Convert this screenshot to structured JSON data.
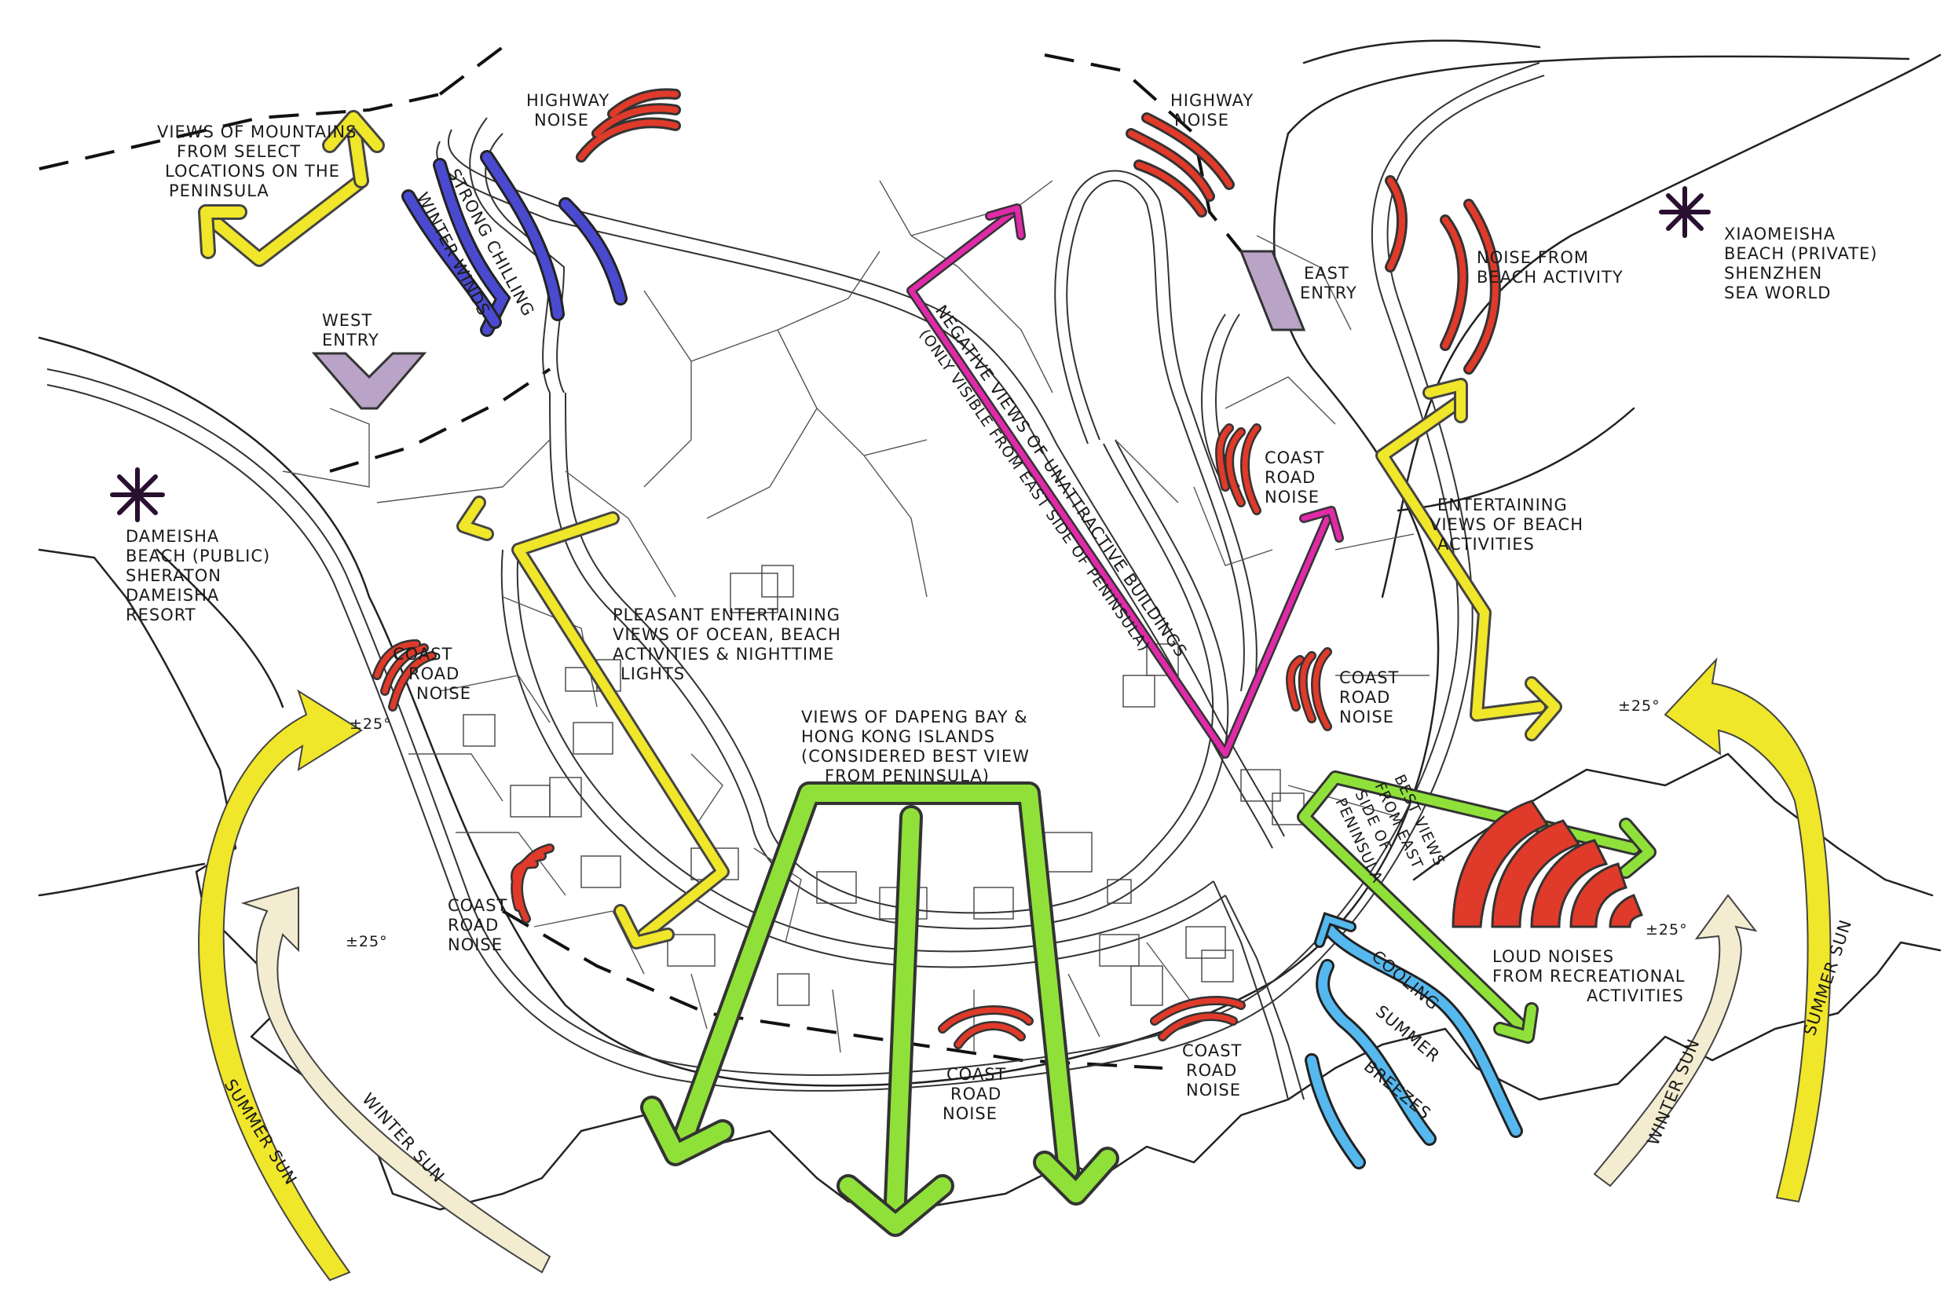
{
  "colors": {
    "summer_sun": "#f0e62a",
    "winter_sun": "#f3ecd0",
    "views_green": "#8fe13a",
    "wind_blue": "#4a4ad0",
    "breeze_blue": "#55b8ee",
    "noise_red": "#e03a2a",
    "negative_magenta": "#e02aa8",
    "entry_purple": "#6a4a7a",
    "beach_star": "#2a1030"
  },
  "labels": {
    "views_mountains": [
      "VIEWS OF MOUNTAINS",
      "FROM SELECT",
      "LOCATIONS ON THE",
      "PENINSULA"
    ],
    "highway_noise_left": [
      "HIGHWAY",
      "NOISE"
    ],
    "highway_noise_right": [
      "HIGHWAY",
      "NOISE"
    ],
    "strong_chilling": "STRONG CHILLING",
    "winter_winds": "WINTER WINDS",
    "west_entry": [
      "WEST",
      "ENTRY"
    ],
    "east_entry": [
      "EAST",
      "ENTRY"
    ],
    "negative_views": "NEGATIVE VIEWS OF UNATTRACTIVE BUILDINGS",
    "only_visible": "(ONLY VISIBLE FROM EAST SIDE OF PENINSULA)",
    "noise_beach": [
      "NOISE FROM",
      "BEACH ACTIVITY"
    ],
    "xiaomeisha": [
      "XIAOMEISHA",
      "BEACH (PRIVATE)",
      "SHENZHEN",
      "SEA WORLD"
    ],
    "dameisha": [
      "DAMEISHA",
      "BEACH (PUBLIC)",
      "SHERATON",
      "DAMEISHA",
      "RESORT"
    ],
    "coast_noise_west1": [
      "COAST",
      "ROAD",
      "NOISE"
    ],
    "coast_noise_west2": [
      "COAST",
      "ROAD",
      "NOISE"
    ],
    "coast_noise_east1": [
      "COAST",
      "ROAD",
      "NOISE"
    ],
    "coast_noise_east2": [
      "COAST",
      "ROAD",
      "NOISE"
    ],
    "coast_noise_south1": [
      "COAST",
      "ROAD",
      "NOISE"
    ],
    "coast_noise_south2": [
      "COAST",
      "ROAD",
      "NOISE"
    ],
    "entertaining_views": [
      "ENTERTAINING",
      "VIEWS OF BEACH",
      "ACTIVITIES"
    ],
    "pleasant_views": [
      "PLEASANT ENTERTAINING",
      "VIEWS OF OCEAN, BEACH",
      "ACTIVITIES & NIGHTTIME",
      "LIGHTS"
    ],
    "dapeng_views": [
      "VIEWS OF DAPENG BAY &",
      "HONG KONG ISLANDS",
      "(CONSIDERED BEST VIEW",
      "FROM PENINSULA)"
    ],
    "best_views_east": [
      "BEST VIEWS",
      "FROM EAST",
      "SIDE OF",
      "PENINSULA"
    ],
    "loud_noises": [
      "LOUD NOISES",
      "FROM RECREATIONAL",
      "ACTIVITIES"
    ],
    "cooling": "COOLING",
    "summer": "SUMMER",
    "breezes": "BREEZES",
    "summer_sun_left": "SUMMER SUN",
    "winter_sun_left": "WINTER SUN",
    "summer_sun_right": "SUMMER SUN",
    "winter_sun_right": "WINTER SUN",
    "angle_left1": "±25°",
    "angle_left2": "±25°",
    "angle_right1": "±25°",
    "angle_right2": "±25°"
  }
}
